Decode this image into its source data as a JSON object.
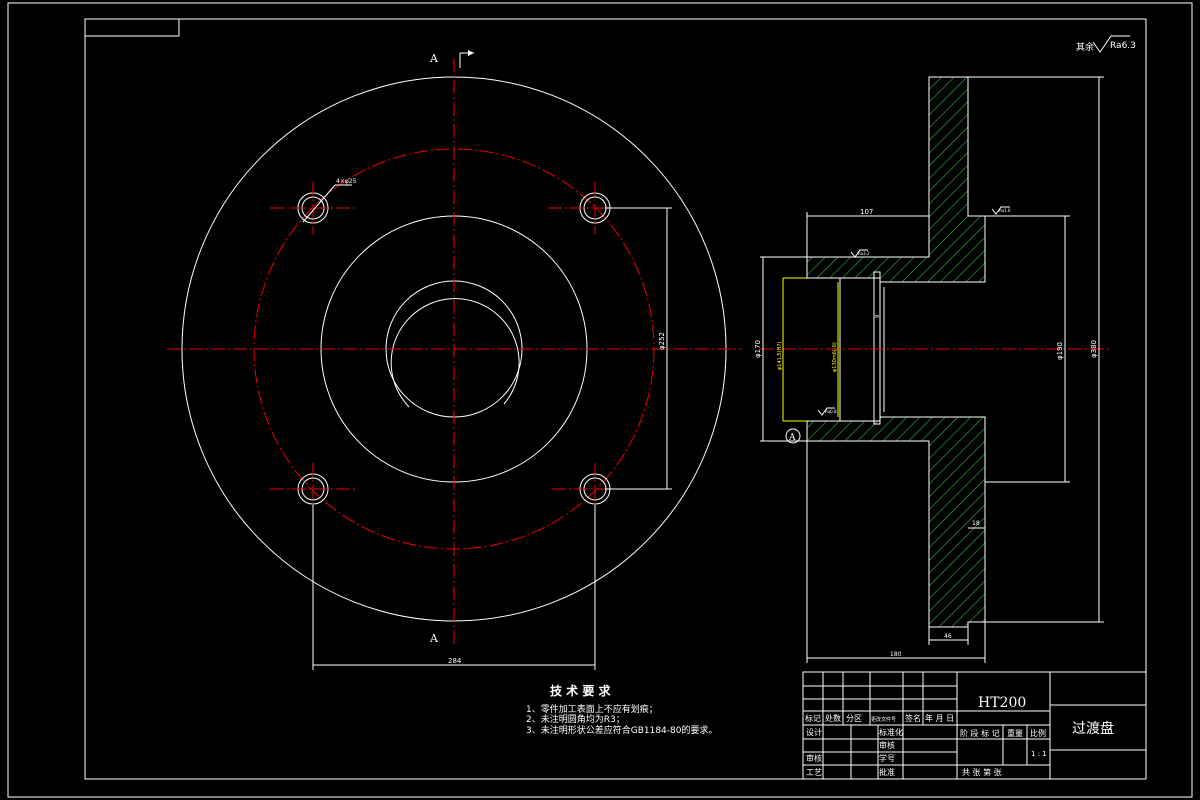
{
  "roughness_note": {
    "prefix": "其余",
    "value": "Ra6.3"
  },
  "section_labels": {
    "top": "A",
    "bottom": "A",
    "datum": "A"
  },
  "hole_callout": "4×φ25",
  "dimensions": {
    "bottom_width": "284",
    "bolt_circle_v": "φ252",
    "hub_length": "107",
    "hub_outer_dia": "φ170",
    "bore_outer": "φ141.5(H7)",
    "bore_inner": "φ130m6(-0)",
    "groove": "9",
    "flange_dia": "φ190",
    "overall_dia": "φ380",
    "flange_thick": "18",
    "flange_step": "46",
    "overall_length": "180",
    "roughness_a": "Ra3.2",
    "roughness_b": "Ra1.6",
    "roughness_c": "Ra0.8"
  },
  "tech_requirements": {
    "title": "技 术 要 求",
    "items": [
      "1、零件加工表面上不应有划痕；",
      "2、未注明圆角均为R3；",
      "3、未注明形状公差应符合GB1184-80的要求。"
    ]
  },
  "title_block": {
    "material": "HT200",
    "part_name": "过渡盘",
    "row_labels": [
      "标记",
      "处数",
      "分区",
      "更改文件号",
      "签名",
      "年 月 日"
    ],
    "design": "设计",
    "standardize": "标准化",
    "review": "审核",
    "process": "工艺",
    "check": "审核",
    "student_no": "学号",
    "approve": "批准",
    "stage": "阶 段 标 记",
    "weight": "重量",
    "scale_label": "比例",
    "scale": "1 : 1",
    "sheets": "共    张    第    张"
  }
}
